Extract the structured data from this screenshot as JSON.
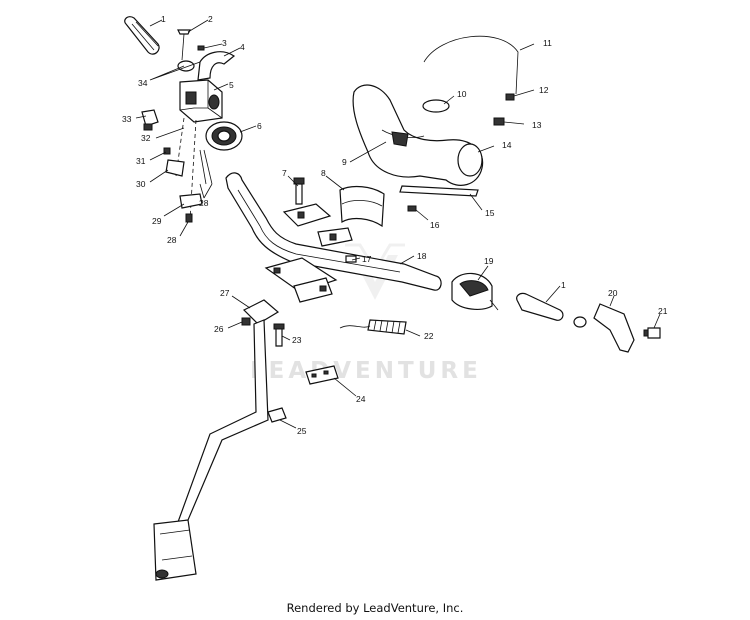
{
  "watermark": {
    "text": "LEADVENTURE"
  },
  "footer": {
    "credit": "Rendered by LeadVenture, Inc."
  },
  "callouts": [
    {
      "id": "c1a",
      "label": "1"
    },
    {
      "id": "c2",
      "label": "2"
    },
    {
      "id": "c3",
      "label": "3"
    },
    {
      "id": "c4",
      "label": "4"
    },
    {
      "id": "c34",
      "label": "34"
    },
    {
      "id": "c5",
      "label": "5"
    },
    {
      "id": "c33",
      "label": "33"
    },
    {
      "id": "c32",
      "label": "32"
    },
    {
      "id": "c6",
      "label": "6"
    },
    {
      "id": "c31",
      "label": "31"
    },
    {
      "id": "c30",
      "label": "30"
    },
    {
      "id": "c28a",
      "label": "28"
    },
    {
      "id": "c29",
      "label": "29"
    },
    {
      "id": "c28b",
      "label": "28"
    },
    {
      "id": "c7",
      "label": "7"
    },
    {
      "id": "c8",
      "label": "8"
    },
    {
      "id": "c9",
      "label": "9"
    },
    {
      "id": "c10",
      "label": "10"
    },
    {
      "id": "c11",
      "label": "11"
    },
    {
      "id": "c12",
      "label": "12"
    },
    {
      "id": "c13",
      "label": "13"
    },
    {
      "id": "c14",
      "label": "14"
    },
    {
      "id": "c15",
      "label": "15"
    },
    {
      "id": "c16",
      "label": "16"
    },
    {
      "id": "c17",
      "label": "17"
    },
    {
      "id": "c18",
      "label": "18"
    },
    {
      "id": "c19",
      "label": "19"
    },
    {
      "id": "c1b",
      "label": "1"
    },
    {
      "id": "c20",
      "label": "20"
    },
    {
      "id": "c21",
      "label": "21"
    },
    {
      "id": "c27",
      "label": "27"
    },
    {
      "id": "c26",
      "label": "26"
    },
    {
      "id": "c23",
      "label": "23"
    },
    {
      "id": "c22",
      "label": "22"
    },
    {
      "id": "c24",
      "label": "24"
    },
    {
      "id": "c25",
      "label": "25"
    }
  ]
}
